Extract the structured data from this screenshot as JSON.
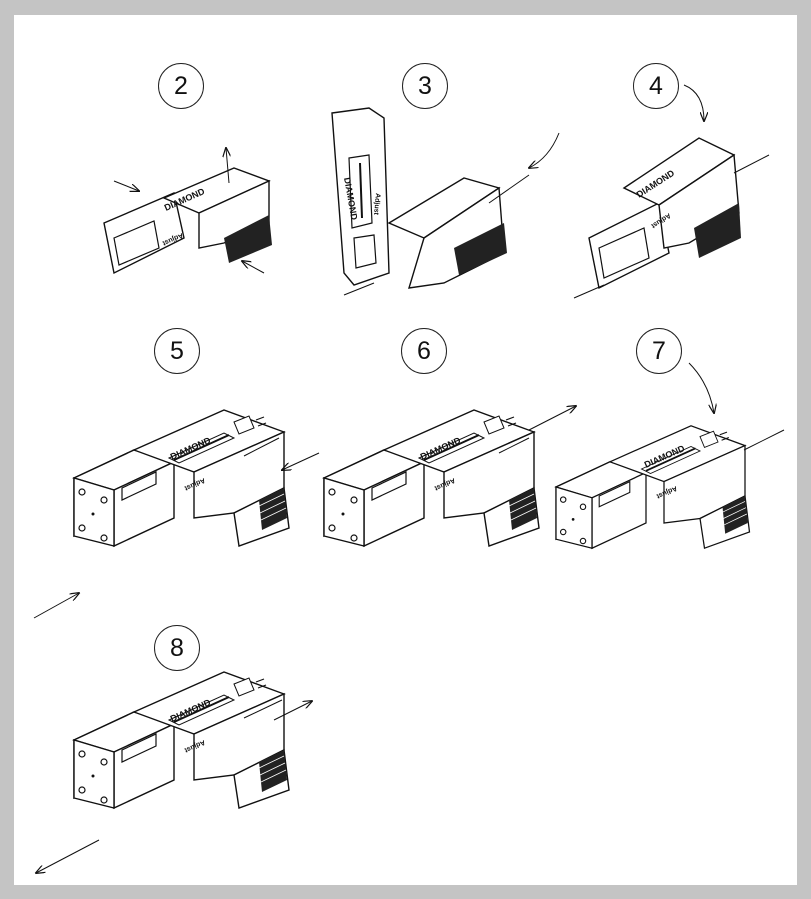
{
  "steps": [
    {
      "number": "2",
      "brand": "DIAMOND",
      "sub": "Adjust"
    },
    {
      "number": "3",
      "brand": "DIAMOND",
      "sub": "Adjust"
    },
    {
      "number": "4",
      "brand": "DIAMOND",
      "sub": "Adjust"
    },
    {
      "number": "5",
      "brand": "DIAMOND",
      "sub": "Adjust"
    },
    {
      "number": "6",
      "brand": "DIAMOND",
      "sub": "Adjust"
    },
    {
      "number": "7",
      "brand": "DIAMOND",
      "sub": "Adjust"
    },
    {
      "number": "8",
      "brand": "DIAMOND",
      "sub": "Adjust"
    }
  ],
  "colors": {
    "frame": "#c4c4c4",
    "paper": "#ffffff",
    "ink": "#111111"
  }
}
